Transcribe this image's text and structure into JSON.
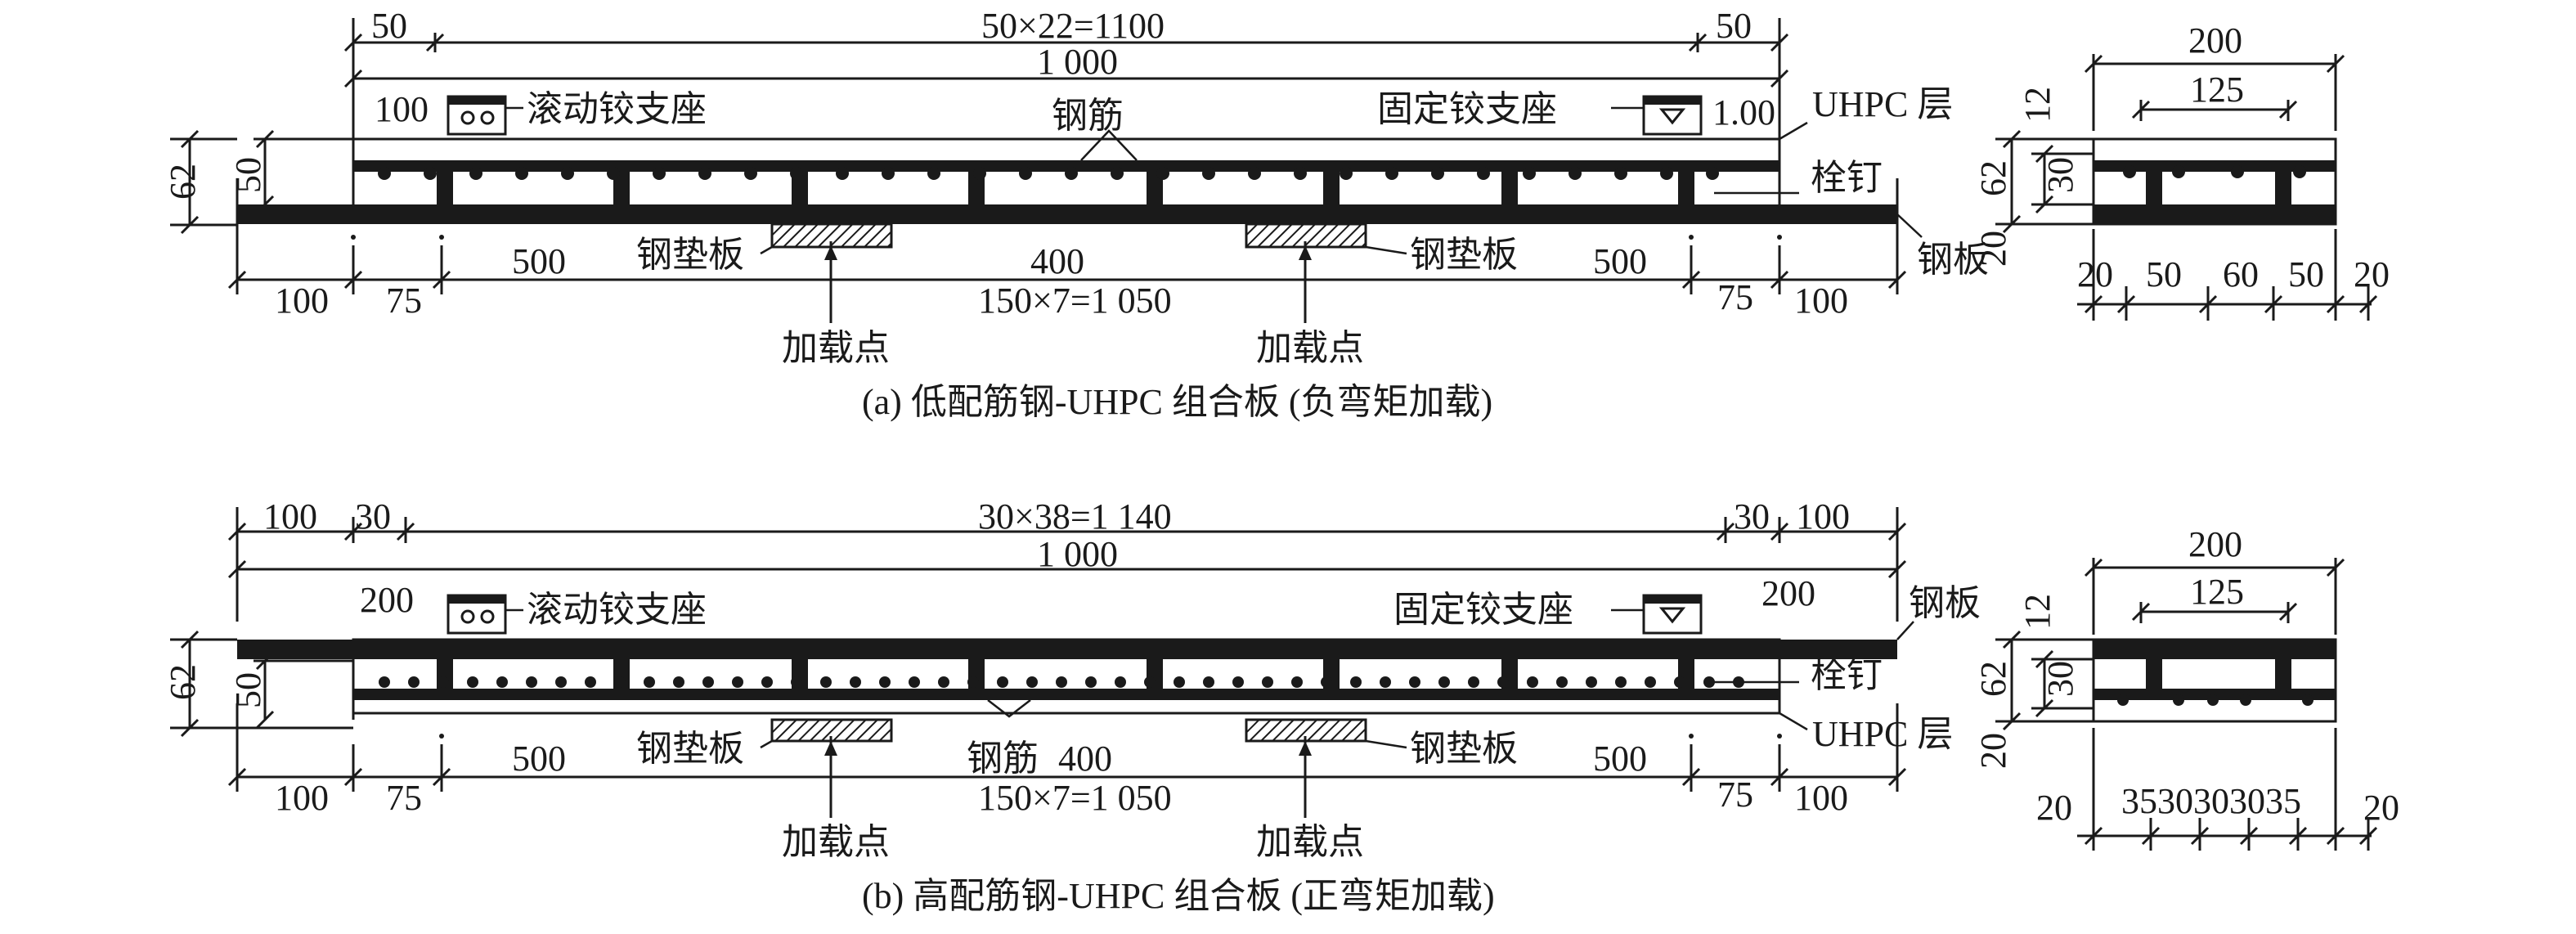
{
  "colors": {
    "ink": "#1a1a1a",
    "background": "#ffffff"
  },
  "panel_a": {
    "caption": "(a) 低配筋钢-UHPC 组合板 (负弯矩加载)",
    "dims": {
      "top_left": "50",
      "top_mid": "50×22=1100",
      "top_right": "50",
      "total": "1 000",
      "left_offset": "100",
      "right_offset": "1.00",
      "height": "62",
      "inner_height": "50",
      "span_left": "500",
      "span_mid": "400",
      "span_right": "500",
      "bot_100_left": "100",
      "bot_75_left": "75",
      "bot_mid": "150×7=1 050",
      "bot_75_right": "75",
      "bot_100_right": "100"
    },
    "labels": {
      "roller": "滚动铰支座",
      "fixed": "固定铰支座",
      "rebar": "钢筋",
      "uhpc": "UHPC 层",
      "stud": "栓钉",
      "plate": "钢板",
      "pad_left": "钢垫板",
      "pad_right": "钢垫板",
      "load_left": "加载点",
      "load_right": "加载点"
    },
    "section": {
      "width": "200",
      "inner": "125",
      "d12": "12",
      "d62": "62",
      "d30": "30",
      "d20": "20",
      "bottom": [
        "20",
        "50",
        "60",
        "50",
        "20"
      ]
    }
  },
  "panel_b": {
    "caption": "(b) 高配筋钢-UHPC 组合板 (正弯矩加载)",
    "dims": {
      "top_left_100": "100",
      "top_left_30": "30",
      "top_mid": "30×38=1 140",
      "top_right_30": "30",
      "top_right_100": "100",
      "total": "1 000",
      "left_offset": "200",
      "right_offset": "200",
      "height": "62",
      "inner_height": "50",
      "span_left": "500",
      "span_mid": "400",
      "span_right": "500",
      "bot_100_left": "100",
      "bot_75_left": "75",
      "bot_mid": "150×7=1 050",
      "bot_75_right": "75",
      "bot_100_right": "100"
    },
    "labels": {
      "roller": "滚动铰支座",
      "fixed": "固定铰支座",
      "rebar": "钢筋",
      "uhpc": "UHPC 层",
      "stud": "栓钉",
      "plate": "钢板",
      "pad_left": "钢垫板",
      "pad_right": "钢垫板",
      "load_left": "加载点",
      "load_right": "加载点"
    },
    "section": {
      "width": "200",
      "inner": "125",
      "d12": "12",
      "d62": "62",
      "d30": "30",
      "d20": "20",
      "bottom_left": "20",
      "bottom_mid": "3530303035",
      "bottom_right": "20"
    }
  }
}
